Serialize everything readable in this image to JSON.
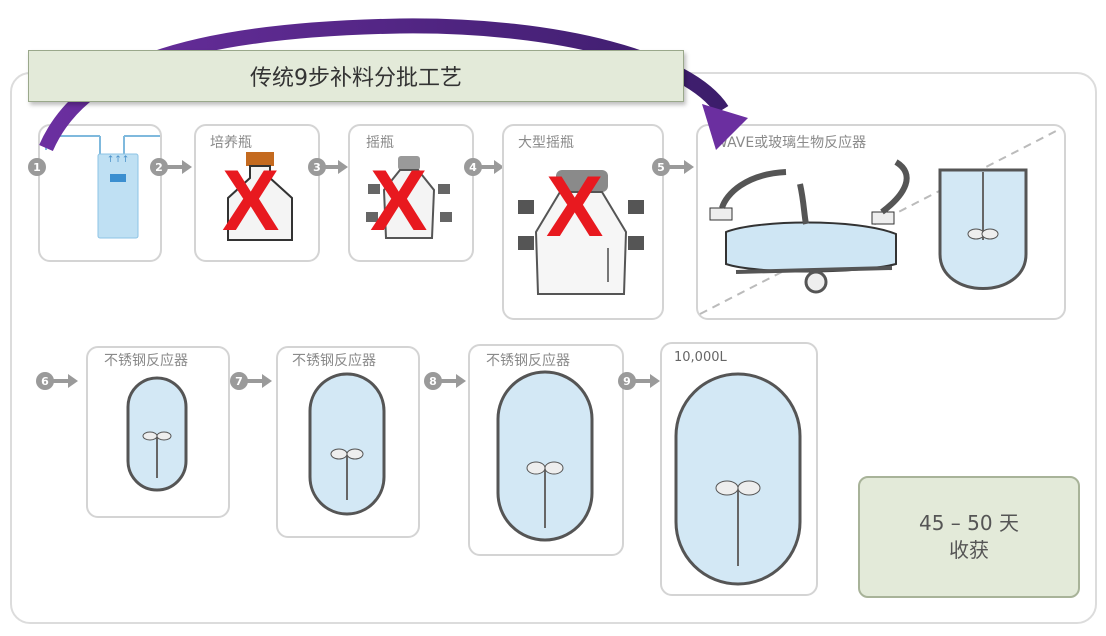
{
  "title": "传统9步补料分批工艺",
  "steps": [
    {
      "number": "1",
      "label": ""
    },
    {
      "number": "2",
      "label": "培养瓶"
    },
    {
      "number": "3",
      "label": "摇瓶"
    },
    {
      "number": "4",
      "label": "大型摇瓶"
    },
    {
      "number": "5",
      "label": "WAVE或玻璃生物反应器"
    },
    {
      "number": "6",
      "label": "不锈钢反应器"
    },
    {
      "number": "7",
      "label": "不锈钢反应器"
    },
    {
      "number": "8",
      "label": "不锈钢反应器"
    },
    {
      "number": "9",
      "label": "10,000L"
    }
  ],
  "removed_mark": "X",
  "harvest": {
    "line1": "45 – 50 天",
    "line2": "收获"
  },
  "colors": {
    "arrow_purple": "#5b2a86",
    "title_bg": "#e3ead9",
    "removed_red": "#e8191f",
    "number_gray": "#9a9a9a",
    "vessel_blue": "#cfe6f4"
  }
}
